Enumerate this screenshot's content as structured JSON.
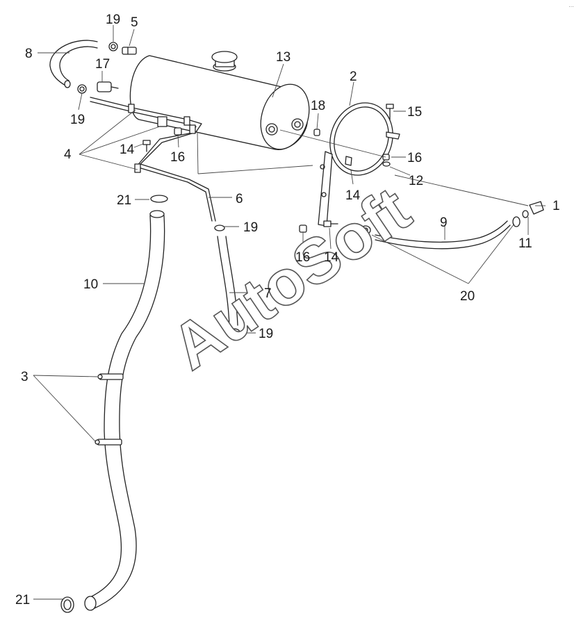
{
  "diagram": {
    "callouts": [
      "1",
      "2",
      "3",
      "4",
      "5",
      "6",
      "7",
      "8",
      "9",
      "10",
      "11",
      "12",
      "13",
      "14",
      "14",
      "14",
      "15",
      "16",
      "16",
      "16",
      "17",
      "18",
      "19",
      "19",
      "19",
      "19",
      "20",
      "21",
      "21"
    ],
    "watermark": "AutoSoft",
    "corner_mark": "…"
  }
}
